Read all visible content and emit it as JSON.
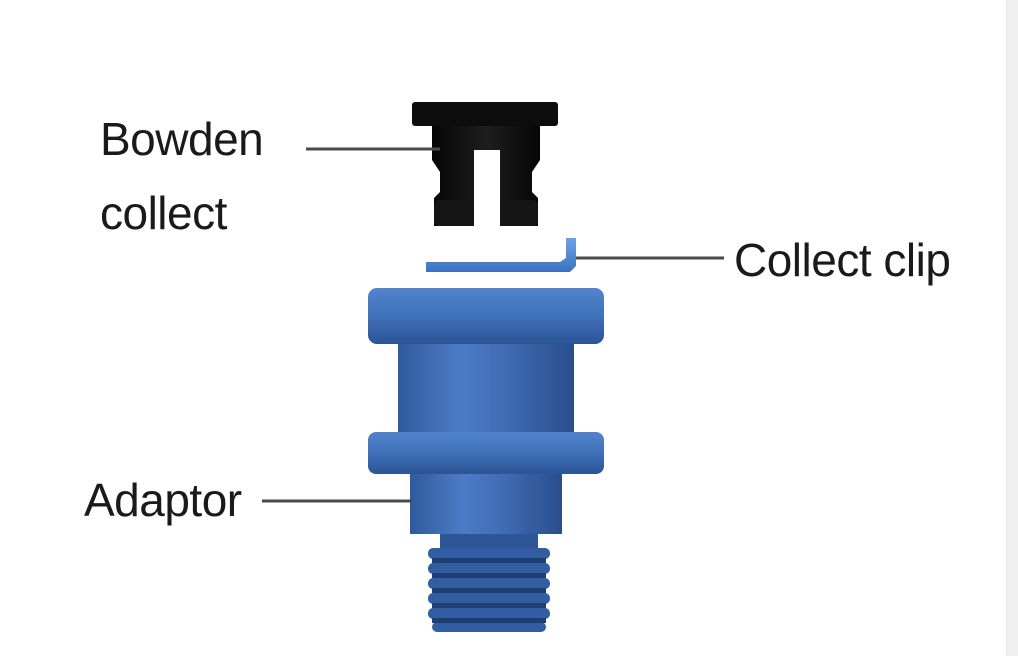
{
  "labels": {
    "bowden_line1": "Bowden",
    "bowden_line2": "collect",
    "collect_clip": "Collect clip",
    "adaptor": "Adaptor"
  },
  "colors": {
    "adaptor_blue": "#3f6db6",
    "adaptor_shadow": "#2b4f8a",
    "collet_black": "#111111",
    "clip_blue": "#4a86cf",
    "leader_line": "#4a4a4a",
    "text": "#1a1a1a"
  }
}
